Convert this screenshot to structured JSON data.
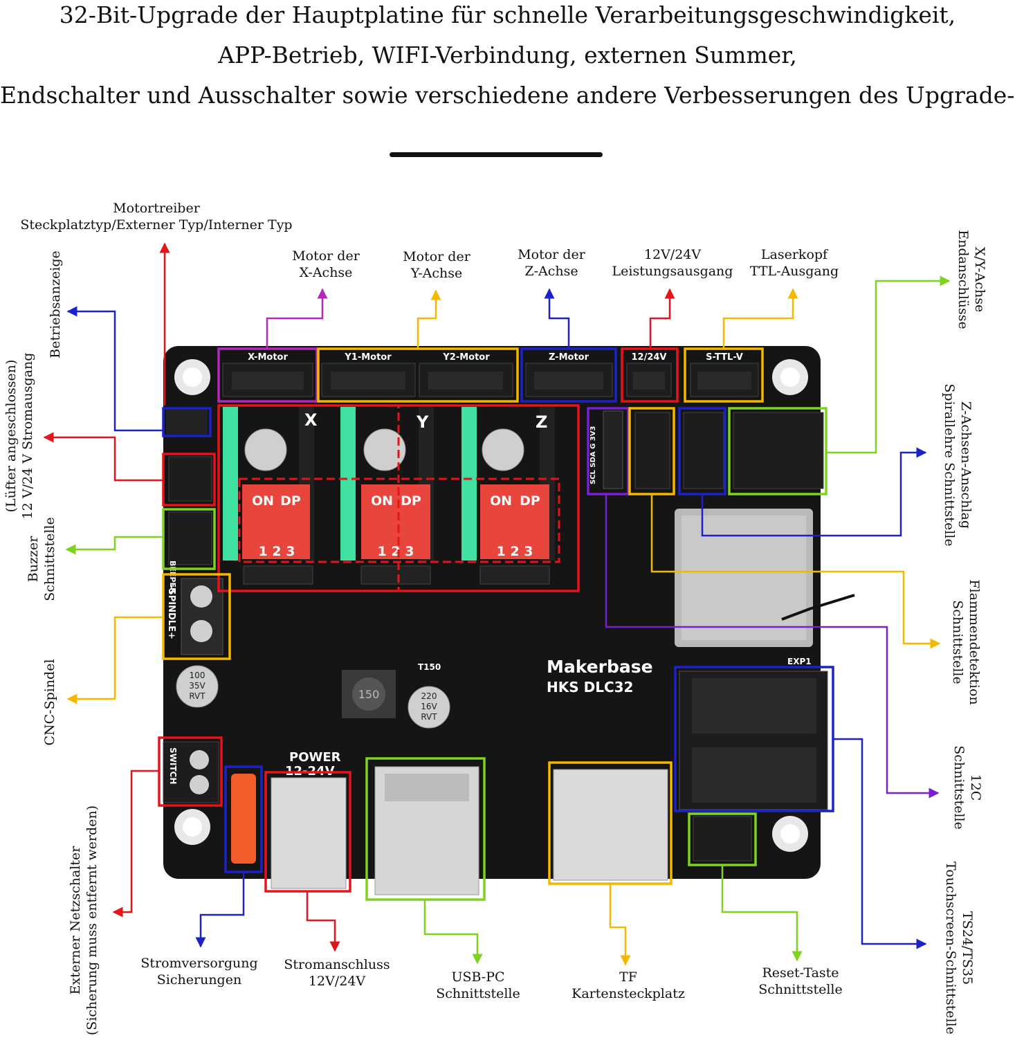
{
  "heading": {
    "line1": "32-Bit-Upgrade der Hauptplatine für schnelle Verarbeitungsgeschwindigkeit,",
    "line2": "APP-Betrieb, WIFI-Verbindung, externen Summer,",
    "line3": "Endschalter und Ausschalter sowie verschiedene andere Verbesserungen des Upgrade-Kits"
  },
  "colors": {
    "red": "#e3151b",
    "blue": "#1b22c8",
    "green": "#7ed321",
    "yellow": "#f5b800",
    "purple": "#7a1fd1",
    "magenta": "#b329b8",
    "board": "#151515"
  },
  "labels_top": {
    "motortreiber": [
      "Motortreiber",
      "Steckplatztyp/Externer Typ/Interner Typ"
    ],
    "x_motor": [
      "Motor der",
      "X-Achse"
    ],
    "y_motor": [
      "Motor der",
      "Y-Achse"
    ],
    "z_motor": [
      "Motor der",
      "Z-Achse"
    ],
    "power_out": [
      "12V/24V",
      "Leistungsausgang"
    ],
    "laser": [
      "Laserkopf",
      "TTL-Ausgang"
    ]
  },
  "labels_left": {
    "betriebsanzeige": [
      "Betriebsanzeige"
    ],
    "fan_out": [
      "(Lüfter angeschlossen)",
      "12 V/24 V Stromausgang"
    ],
    "buzzer": [
      "Buzzer",
      "Schnittstelle"
    ],
    "cnc": [
      "CNC-Spindel"
    ],
    "switch": [
      "Externer Netzschalter",
      "(Sicherung muss entfernt werden)"
    ]
  },
  "labels_right": {
    "xy_end": [
      "X/Y-Achse",
      "Endanschlüsse"
    ],
    "z_end": [
      "Z-Achsen-Anschlag",
      "Spirallehre Schnittstelle"
    ],
    "flame": [
      "Flammendetektion",
      "Schnittstelle"
    ],
    "i2c": [
      "12C",
      "Schnittstelle"
    ],
    "ts": [
      "TS24/TS35",
      "Touchscreen-Schnittstelle"
    ]
  },
  "labels_bottom": {
    "fuse": [
      "Stromversorgung",
      "Sicherungen"
    ],
    "power_in": [
      "Stromanschluss",
      "12V/24V"
    ],
    "usb": [
      "USB-PC",
      "Schnittstelle"
    ],
    "tf": [
      "TF",
      "Kartensteckplatz"
    ],
    "reset": [
      "Reset-Taste",
      "Schnittstelle"
    ]
  },
  "silkscreen": {
    "x_motor": "X-Motor",
    "y1_motor": "Y1-Motor",
    "y2_motor": "Y2-Motor",
    "z_motor": "Z-Motor",
    "power_12_24": "12/24V",
    "s_ttl": "S-TTL-V",
    "axis_x": "X",
    "axis_y": "Y",
    "axis_z": "Z",
    "dip_on": "ON",
    "dip_dp": "DP",
    "dip_nums": "1 2 3",
    "cap_top": "100",
    "cap_mid": "35V",
    "cap_bot": "RVT",
    "brand": "Makerbase",
    "model": "HKS DLC32",
    "power": "POWER",
    "power_range": "12-24V",
    "exp1": "EXP1",
    "spindle": "-SPINDLE+",
    "beeper": "BEEPER",
    "switch": "SWITCH",
    "inductor": "150",
    "cap2_top": "220",
    "cap2_mid": "16V",
    "cap2_bot": "RVT",
    "i2c_pins": "SCL SDA G 3V3",
    "t150": "T150"
  }
}
